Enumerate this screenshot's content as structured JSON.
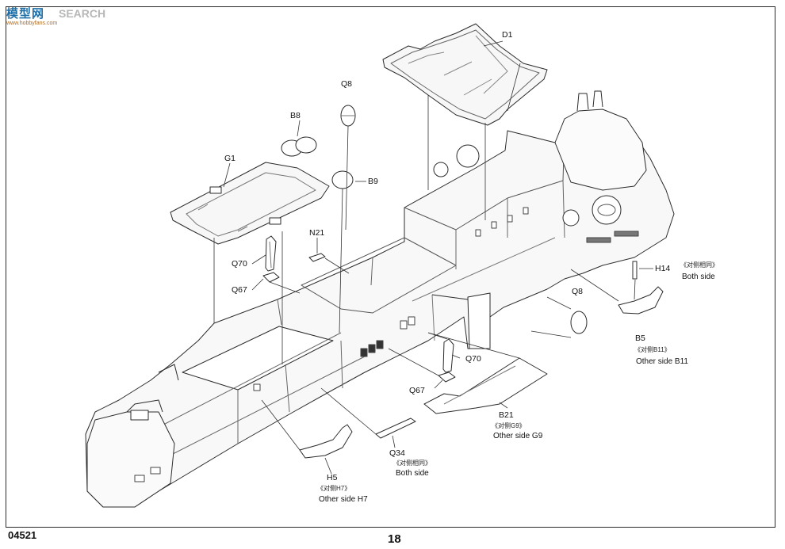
{
  "watermark": {
    "chinese": "模型网",
    "english": "SEARCH",
    "url": "www.hobbyfans.com"
  },
  "parts": {
    "D1": "D1",
    "Q8_top": "Q8",
    "B8": "B8",
    "B9": "B9",
    "G1": "G1",
    "N21": "N21",
    "Q70_left": "Q70",
    "Q67_left": "Q67",
    "H14": "H14",
    "H14_cn": "《对侧相同》",
    "H14_note": "Both side",
    "Q8_right": "Q8",
    "B5": "B5",
    "B5_cn": "《对侧B11》",
    "B5_note": "Other side B11",
    "Q70_right": "Q70",
    "Q67_right": "Q67",
    "B21": "B21",
    "B21_cn": "《对侧G9》",
    "B21_note": "Other side G9",
    "Q34": "Q34",
    "Q34_cn": "《对侧相同》",
    "Q34_note": "Both side",
    "H5": "H5",
    "H5_cn": "《对侧H7》",
    "H5_note": "Other side H7"
  },
  "footer": {
    "code": "04521",
    "page": "18"
  }
}
